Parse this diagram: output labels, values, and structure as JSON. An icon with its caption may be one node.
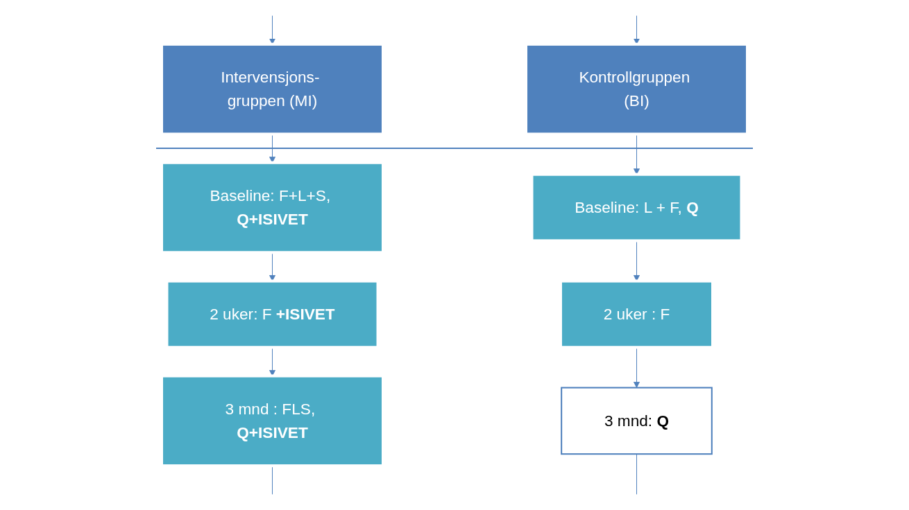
{
  "diagram": {
    "nodes": [
      {
        "text": [
          "Intervensjons- gruppen (MI)"
        ]
      },
      {
        "text": [
          "Kontrollgruppen (BI)"
        ]
      },
      {
        "text": [
          "Baseline: F+L+S, **Q+ISIVET**"
        ]
      },
      {
        "text": [
          "2 uker: F **+ISIVET**"
        ]
      },
      {
        "text": [
          "3 mnd : FLS, **Q+ISIVET**"
        ]
      },
      {
        "text": [
          "Baseline: L + F, **Q**"
        ]
      },
      {
        "text": [
          "2 uker : F"
        ]
      },
      {
        "text": [
          "3 mnd: **Q**"
        ]
      }
    ],
    "edges": [
      {
        "from": null,
        "to": 0,
        "arrow": "to"
      },
      {
        "from": null,
        "to": 1,
        "arrow": "to"
      },
      {
        "from": 0,
        "to": 2,
        "arrow": "to"
      },
      {
        "from": 2,
        "to": 3,
        "arrow": "to"
      },
      {
        "from": 3,
        "to": 4,
        "arrow": "to"
      },
      {
        "from": 4,
        "to": null,
        "arrow": "none"
      },
      {
        "from": 1,
        "to": 5,
        "arrow": "to"
      },
      {
        "from": 5,
        "to": 6,
        "arrow": "to"
      },
      {
        "from": 6,
        "to": 7,
        "arrow": "to"
      },
      {
        "from": 7,
        "to": null,
        "arrow": "none"
      }
    ]
  }
}
